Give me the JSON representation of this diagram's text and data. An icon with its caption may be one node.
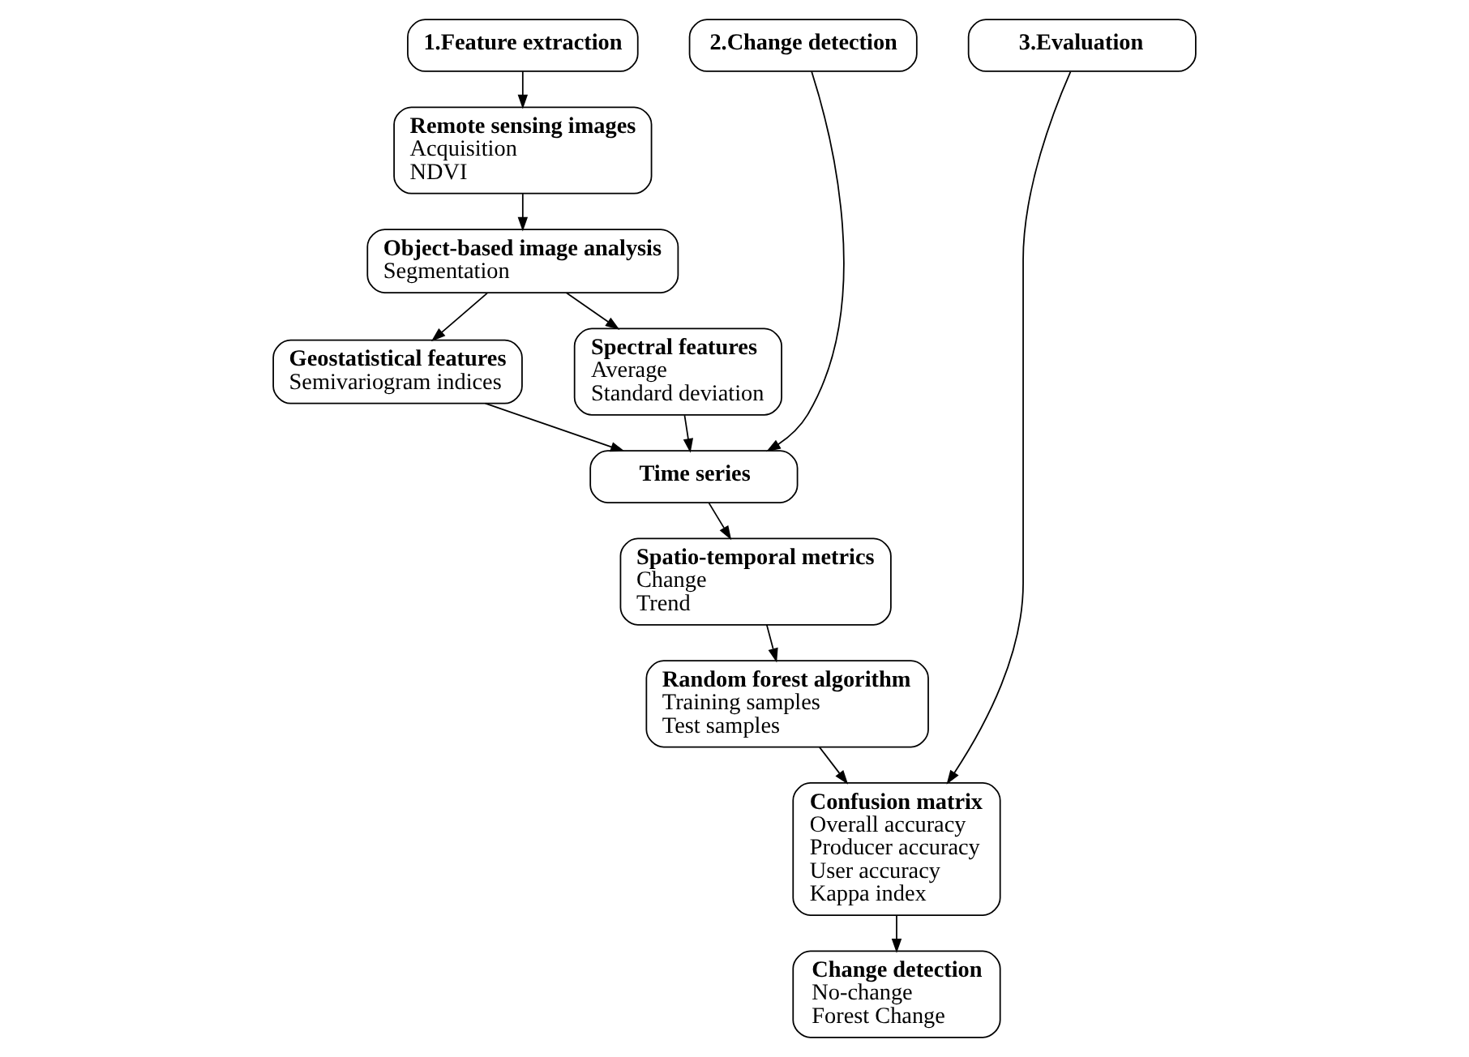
{
  "diagram": {
    "nodes": [
      {
        "text": [
          "1.Feature extraction"
        ]
      },
      {
        "text": [
          "2.Change detection"
        ]
      },
      {
        "text": [
          "3.Evaluation"
        ]
      },
      {
        "text": [
          "Remote sensing images",
          "Acquisition",
          "NDVI"
        ]
      },
      {
        "text": [
          "Object-based image analysis",
          "Segmentation"
        ]
      },
      {
        "text": [
          "Geostatistical features",
          "Semivariogram indices"
        ]
      },
      {
        "text": [
          "Spectral features",
          "Average",
          "Standard deviation"
        ]
      },
      {
        "text": [
          "Time series"
        ]
      },
      {
        "text": [
          "Spatio-temporal metrics",
          "Change",
          "Trend"
        ]
      },
      {
        "text": [
          "Random forest algorithm",
          "Training samples",
          "Test samples"
        ]
      },
      {
        "text": [
          "Confusion matrix",
          "Overall accuracy",
          "Producer accuracy",
          "User accuracy",
          "Kappa index"
        ]
      },
      {
        "text": [
          "Change detection",
          "No-change",
          "Forest Change"
        ]
      }
    ],
    "edges": [
      {
        "from": 0,
        "to": 3,
        "arrow": "to"
      },
      {
        "from": 3,
        "to": 4,
        "arrow": "to"
      },
      {
        "from": 4,
        "to": 5,
        "arrow": "to"
      },
      {
        "from": 4,
        "to": 6,
        "arrow": "to"
      },
      {
        "from": 1,
        "to": 7,
        "arrow": "to"
      },
      {
        "from": 5,
        "to": 7,
        "arrow": "to"
      },
      {
        "from": 6,
        "to": 7,
        "arrow": "to"
      },
      {
        "from": 7,
        "to": 8,
        "arrow": "to"
      },
      {
        "from": 8,
        "to": 9,
        "arrow": "to"
      },
      {
        "from": 2,
        "to": 10,
        "arrow": "to"
      },
      {
        "from": 9,
        "to": 10,
        "arrow": "to"
      },
      {
        "from": 10,
        "to": 11,
        "arrow": "to"
      }
    ]
  }
}
